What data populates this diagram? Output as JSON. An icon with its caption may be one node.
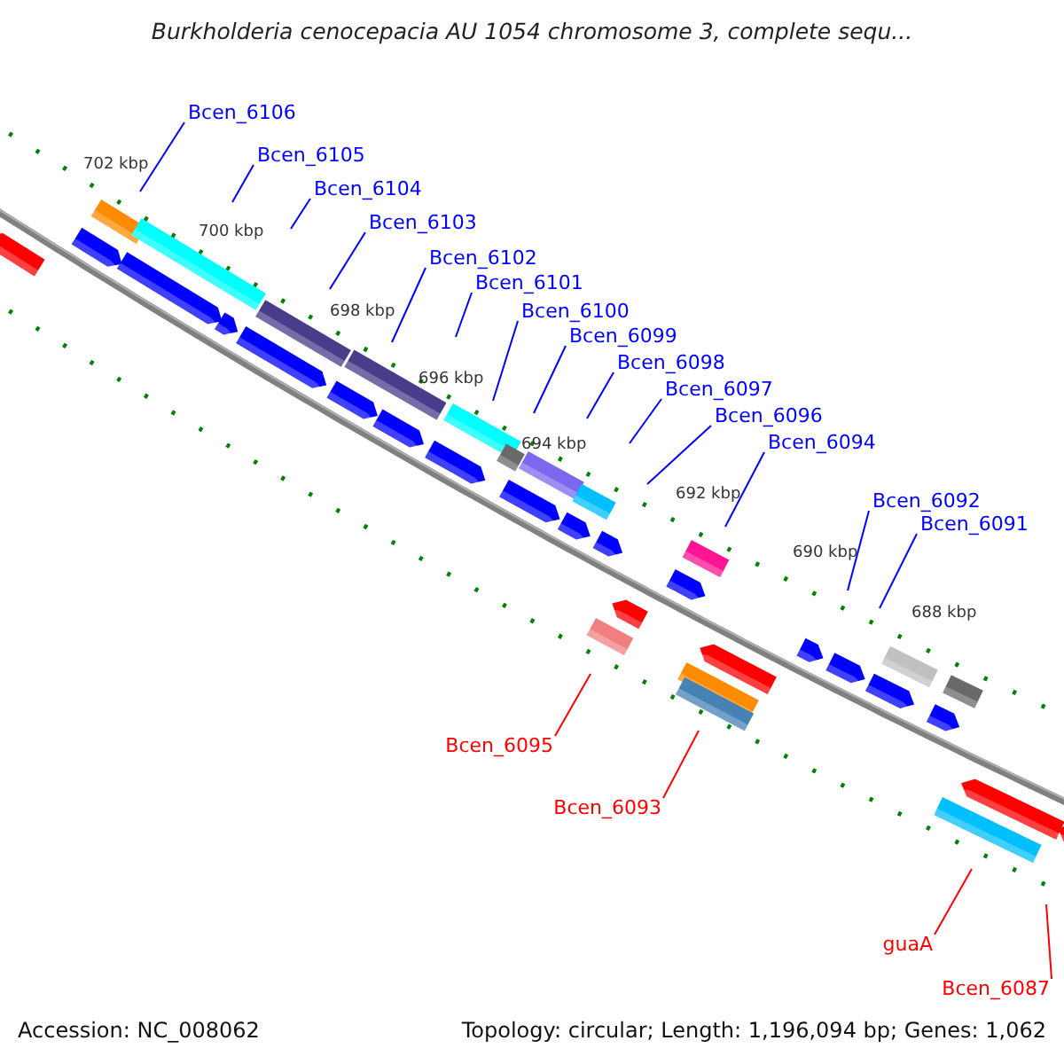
{
  "diagram": {
    "title": "Burkholderia cenocepacia AU 1054 chromosome 3, complete sequ...",
    "nodes": [
      {
        "text": [
          "Bcen_6106"
        ]
      },
      {
        "text": [
          "Bcen_6105"
        ]
      },
      {
        "text": [
          "Bcen_6104"
        ]
      },
      {
        "text": [
          "Bcen_6103"
        ]
      },
      {
        "text": [
          "Bcen_6102"
        ]
      },
      {
        "text": [
          "Bcen_6101"
        ]
      },
      {
        "text": [
          "Bcen_6100"
        ]
      },
      {
        "text": [
          "Bcen_6099"
        ]
      },
      {
        "text": [
          "Bcen_6098"
        ]
      },
      {
        "text": [
          "Bcen_6097"
        ]
      },
      {
        "text": [
          "Bcen_6096"
        ]
      },
      {
        "text": [
          "Bcen_6094"
        ]
      },
      {
        "text": [
          "Bcen_6092"
        ]
      },
      {
        "text": [
          "Bcen_6091"
        ]
      },
      {
        "text": [
          "Bcen_6095"
        ]
      },
      {
        "text": [
          "Bcen_6093"
        ]
      },
      {
        "text": [
          "guaA"
        ]
      },
      {
        "text": [
          "Bcen_6087"
        ]
      }
    ],
    "edges": [
      {
        "from": 0,
        "to": null,
        "arrow": "none"
      },
      {
        "from": 1,
        "to": null,
        "arrow": "none"
      },
      {
        "from": 2,
        "to": null,
        "arrow": "none"
      },
      {
        "from": 3,
        "to": null,
        "arrow": "none"
      },
      {
        "from": 4,
        "to": null,
        "arrow": "none"
      },
      {
        "from": 5,
        "to": null,
        "arrow": "none"
      },
      {
        "from": 6,
        "to": null,
        "arrow": "none"
      },
      {
        "from": 7,
        "to": null,
        "arrow": "none"
      },
      {
        "from": 8,
        "to": null,
        "arrow": "none"
      },
      {
        "from": 9,
        "to": null,
        "arrow": "none"
      },
      {
        "from": 10,
        "to": null,
        "arrow": "none"
      },
      {
        "from": 11,
        "to": null,
        "arrow": "none"
      },
      {
        "from": 12,
        "to": null,
        "arrow": "none"
      },
      {
        "from": 13,
        "to": null,
        "arrow": "none"
      },
      {
        "from": 14,
        "to": null,
        "arrow": "none",
        "color": "#ff0000"
      },
      {
        "from": 15,
        "to": null,
        "arrow": "none",
        "color": "#ff0000"
      },
      {
        "from": 16,
        "to": null,
        "arrow": "none",
        "color": "#ff0000"
      },
      {
        "from": 17,
        "to": null,
        "arrow": "none",
        "color": "#ff0000"
      }
    ],
    "labels": [
      "702 kbp",
      "700 kbp",
      "698 kbp",
      "696 kbp",
      "694 kbp",
      "692 kbp",
      "690 kbp",
      "688 kbp",
      "Accession: NC_008062",
      "Topology: circular; Length: 1,196,094 bp; Genes: 1,062"
    ]
  }
}
